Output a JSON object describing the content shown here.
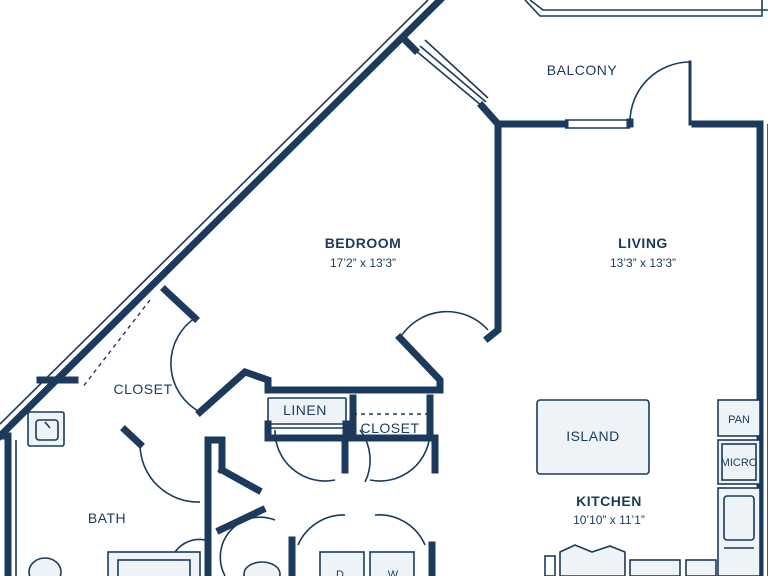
{
  "rooms": {
    "balcony": {
      "name": "BALCONY"
    },
    "bedroom": {
      "name": "BEDROOM",
      "dims": "17’2” x 13’3”"
    },
    "living": {
      "name": "LIVING",
      "dims": "13’3” x 13’3”"
    },
    "kitchen": {
      "name": "KITCHEN",
      "dims": "10’10” x 11’1”"
    },
    "bath": {
      "name": "BATH"
    },
    "closet_bedroom": {
      "name": "CLOSET"
    },
    "closet_hall": {
      "name": "CLOSET"
    },
    "linen": {
      "name": "LINEN"
    }
  },
  "fixtures": {
    "island": "ISLAND",
    "pantry": "PAN",
    "microwave": "MICRO",
    "dryer": "D",
    "washer": "W"
  },
  "colors": {
    "wall": "#1b3a5c",
    "fixture_fill": "#eef3f8",
    "background": "#ffffff"
  }
}
